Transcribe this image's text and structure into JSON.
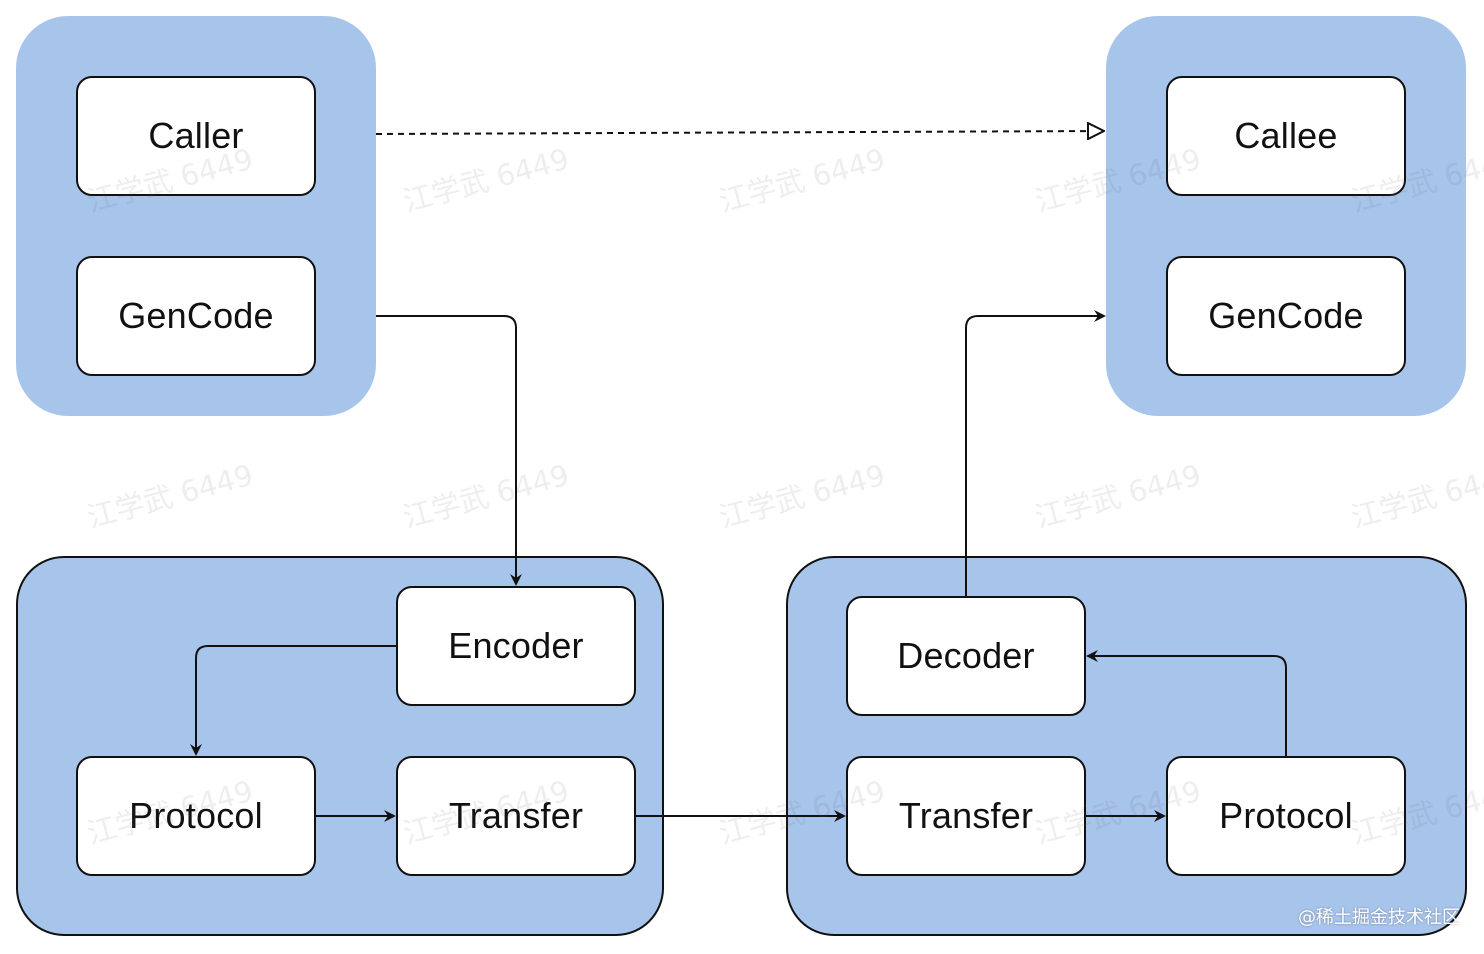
{
  "nodes": {
    "caller": "Caller",
    "caller_gencode": "GenCode",
    "callee": "Callee",
    "callee_gencode": "GenCode",
    "encoder": "Encoder",
    "protocol_left": "Protocol",
    "transfer_left": "Transfer",
    "decoder": "Decoder",
    "transfer_right": "Transfer",
    "protocol_right": "Protocol"
  },
  "watermark": "江学武 6449",
  "credit": "@稀土掘金技术社区",
  "colors": {
    "group_fill": "#a7c4eb",
    "node_fill": "#ffffff",
    "stroke": "#111111"
  }
}
